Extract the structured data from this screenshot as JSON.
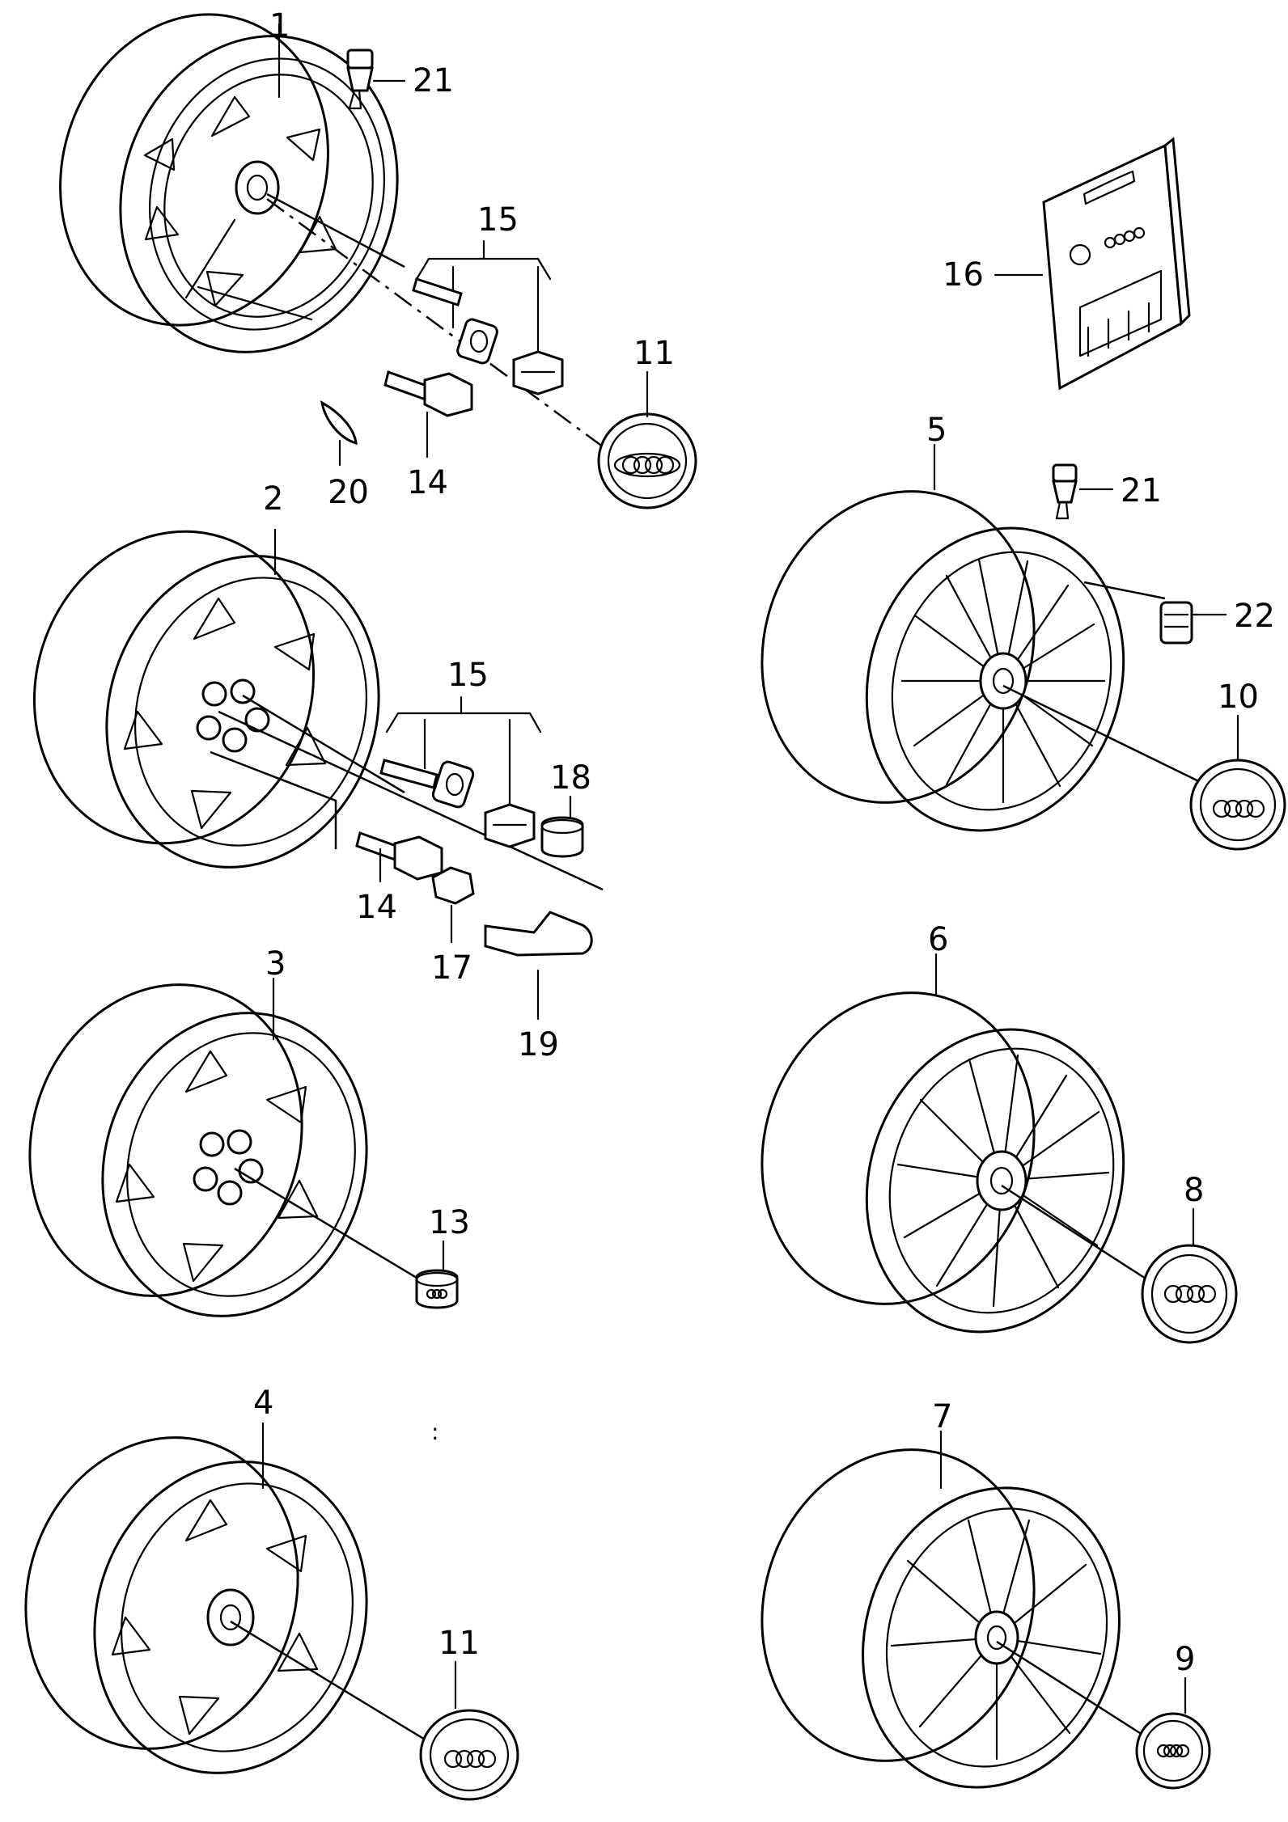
{
  "labels": [
    {
      "key": "w1",
      "text": "1"
    },
    {
      "key": "w2",
      "text": "2"
    },
    {
      "key": "w3",
      "text": "3"
    },
    {
      "key": "w4",
      "text": "4"
    },
    {
      "key": "w5",
      "text": "5"
    },
    {
      "key": "w6",
      "text": "6"
    },
    {
      "key": "w7",
      "text": "7"
    },
    {
      "key": "c8",
      "text": "8"
    },
    {
      "key": "c9",
      "text": "9"
    },
    {
      "key": "c10",
      "text": "10"
    },
    {
      "key": "c11a",
      "text": "11"
    },
    {
      "key": "c11b",
      "text": "11"
    },
    {
      "key": "c13",
      "text": "13"
    },
    {
      "key": "b14a",
      "text": "14"
    },
    {
      "key": "b14b",
      "text": "14"
    },
    {
      "key": "b15a",
      "text": "15"
    },
    {
      "key": "b15b",
      "text": "15"
    },
    {
      "key": "k16",
      "text": "16"
    },
    {
      "key": "n17",
      "text": "17"
    },
    {
      "key": "n18",
      "text": "18"
    },
    {
      "key": "t19",
      "text": "19"
    },
    {
      "key": "p20",
      "text": "20"
    },
    {
      "key": "v21a",
      "text": "21"
    },
    {
      "key": "v21b",
      "text": "21"
    },
    {
      "key": "v22",
      "text": "22"
    }
  ],
  "stray_mark": ":"
}
